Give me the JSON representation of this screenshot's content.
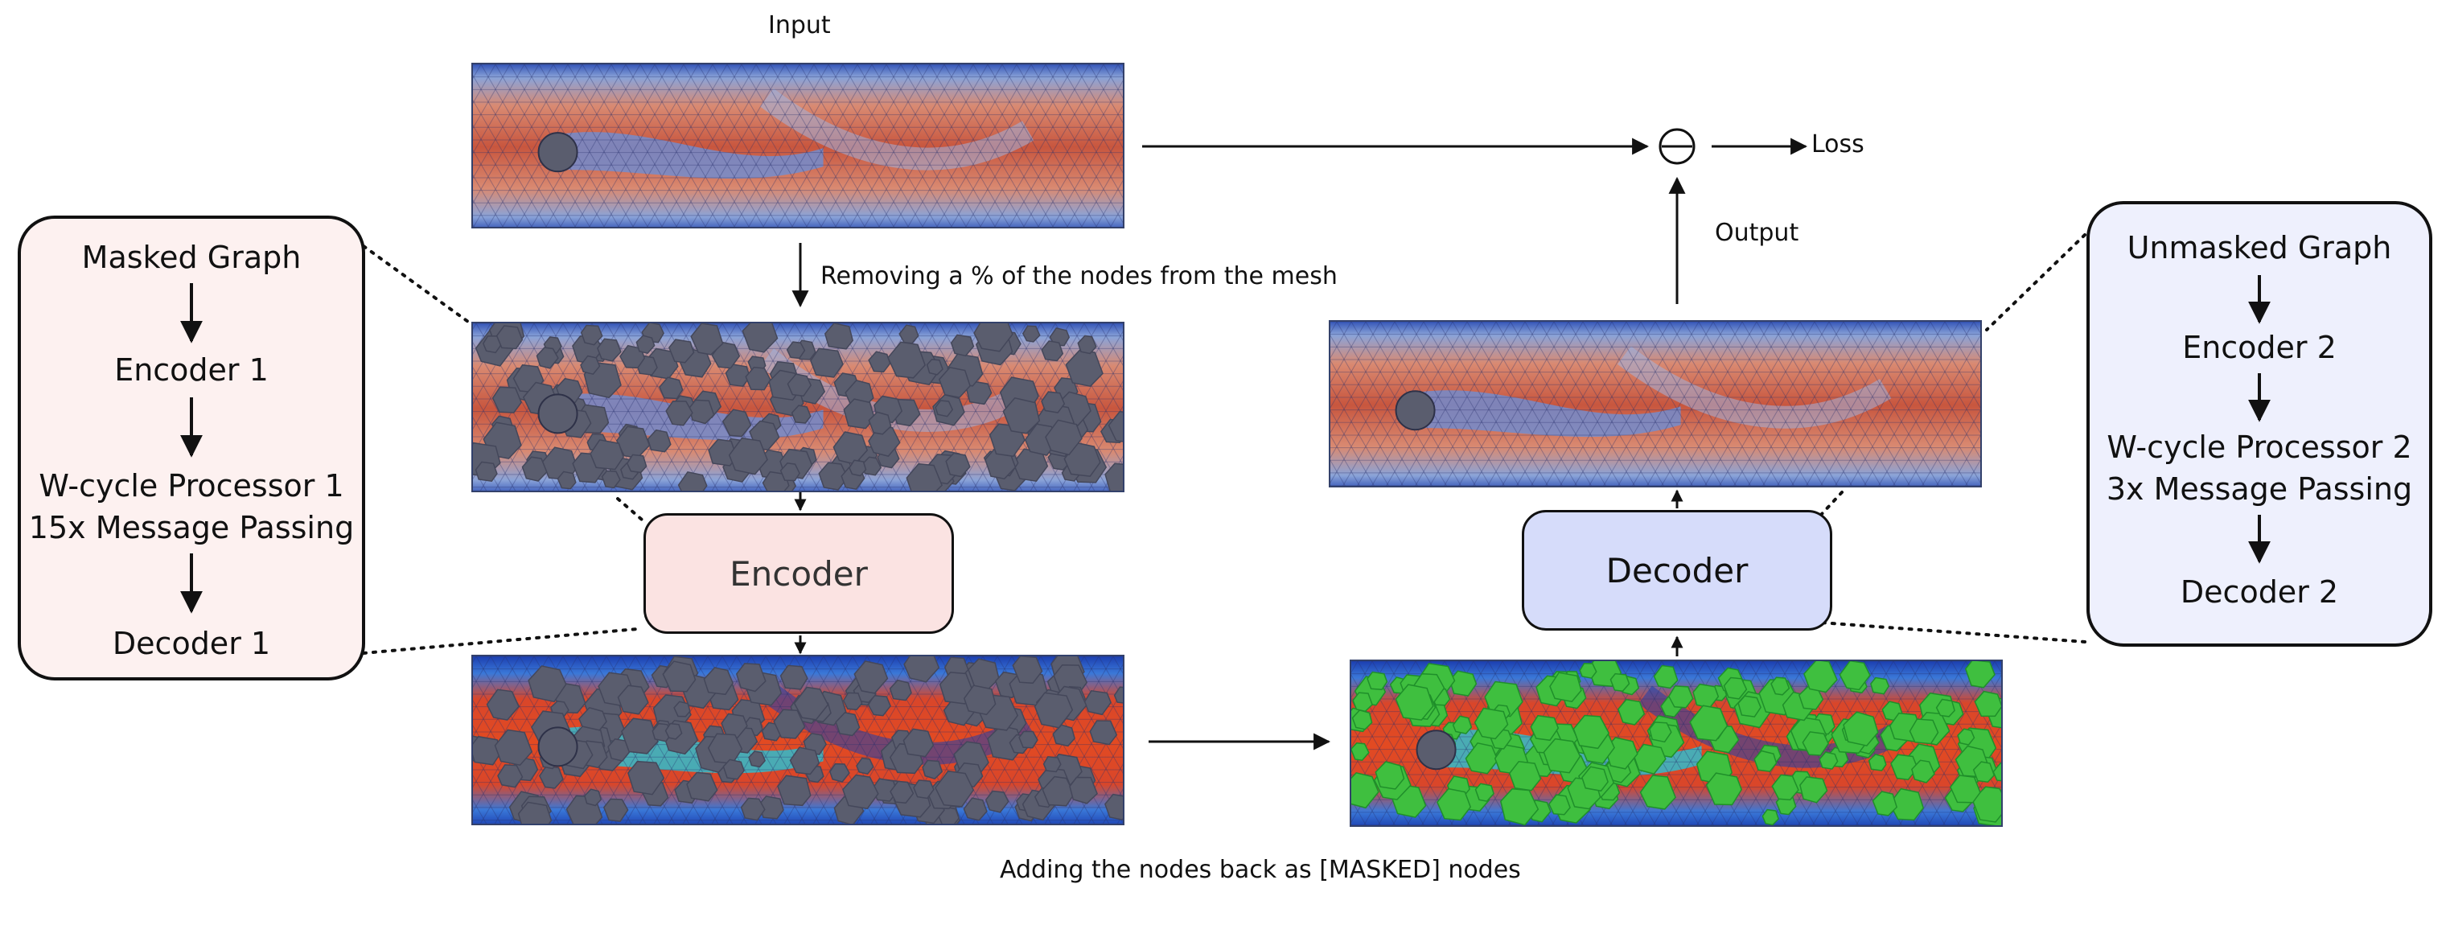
{
  "labels": {
    "input": "Input",
    "removing": "Removing a % of the nodes from the mesh",
    "output": "Output",
    "loss": "Loss",
    "adding": "Adding the nodes back as [MASKED] nodes"
  },
  "encoder_box": {
    "label": "Encoder"
  },
  "decoder_box": {
    "label": "Decoder"
  },
  "left_pipeline": {
    "steps": [
      "Masked Graph",
      "Encoder 1",
      "W-cycle Processor 1",
      "15x Message Passing",
      "Decoder 1"
    ]
  },
  "right_pipeline": {
    "steps": [
      "Unmasked Graph",
      "Encoder 2",
      "W-cycle Processor 2",
      "3x Message Passing",
      "Decoder 2"
    ]
  },
  "colors": {
    "left_box_fill": "#fdf1f0",
    "right_box_fill": "#eef0fd",
    "encoder_fill": "#fbe3e2",
    "decoder_fill": "#d6dcfa",
    "mask_gray": "#5a5d6e",
    "mask_green": "#3fbf3f",
    "flow_red": "#c8563e",
    "flow_blue": "#2c4fb8"
  },
  "subtract_symbol": "⊖"
}
